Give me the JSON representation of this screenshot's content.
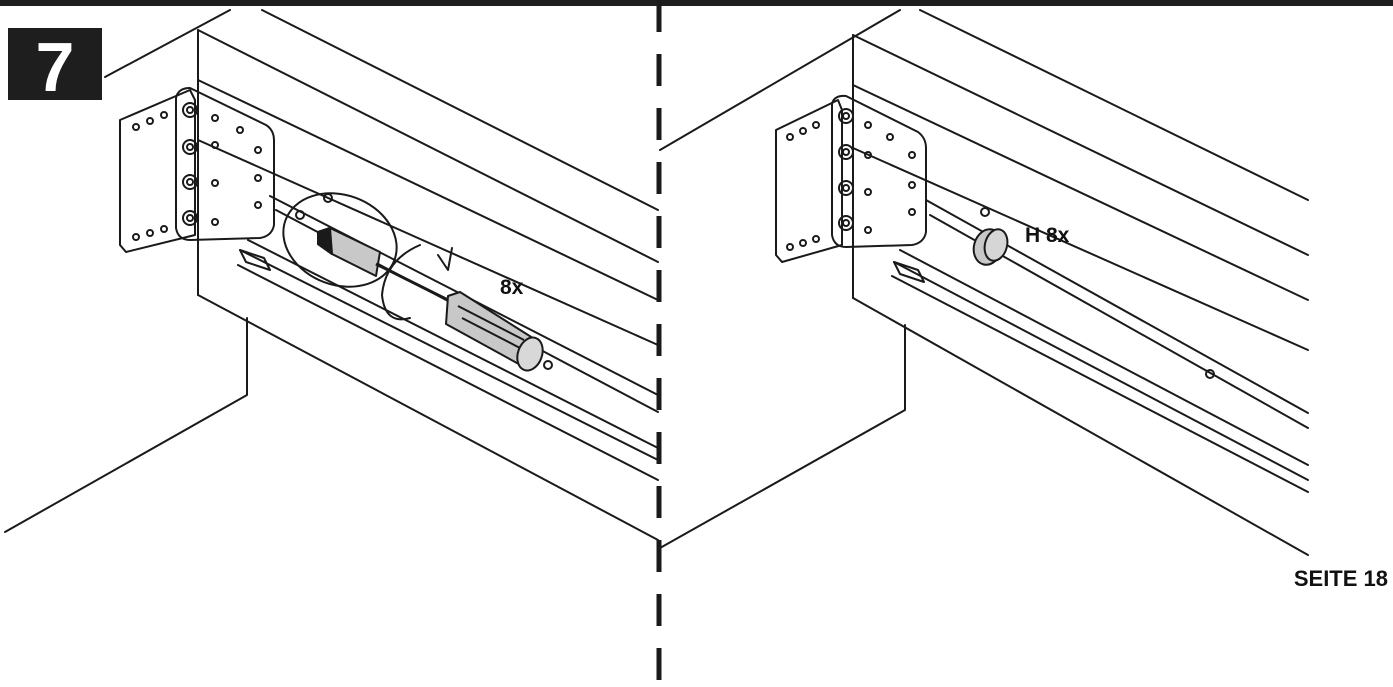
{
  "step": {
    "number": "7"
  },
  "left_panel": {
    "quantity_label": "8x"
  },
  "right_panel": {
    "part_label": "H 8x"
  },
  "page_reference": "SEITE 18",
  "colors": {
    "ink": "#1a1a1a",
    "badge_bg": "#1e1e1e",
    "badge_text": "#ffffff",
    "fill_gray": "#c8c8c8",
    "top_bar": "#1e1e1e"
  }
}
